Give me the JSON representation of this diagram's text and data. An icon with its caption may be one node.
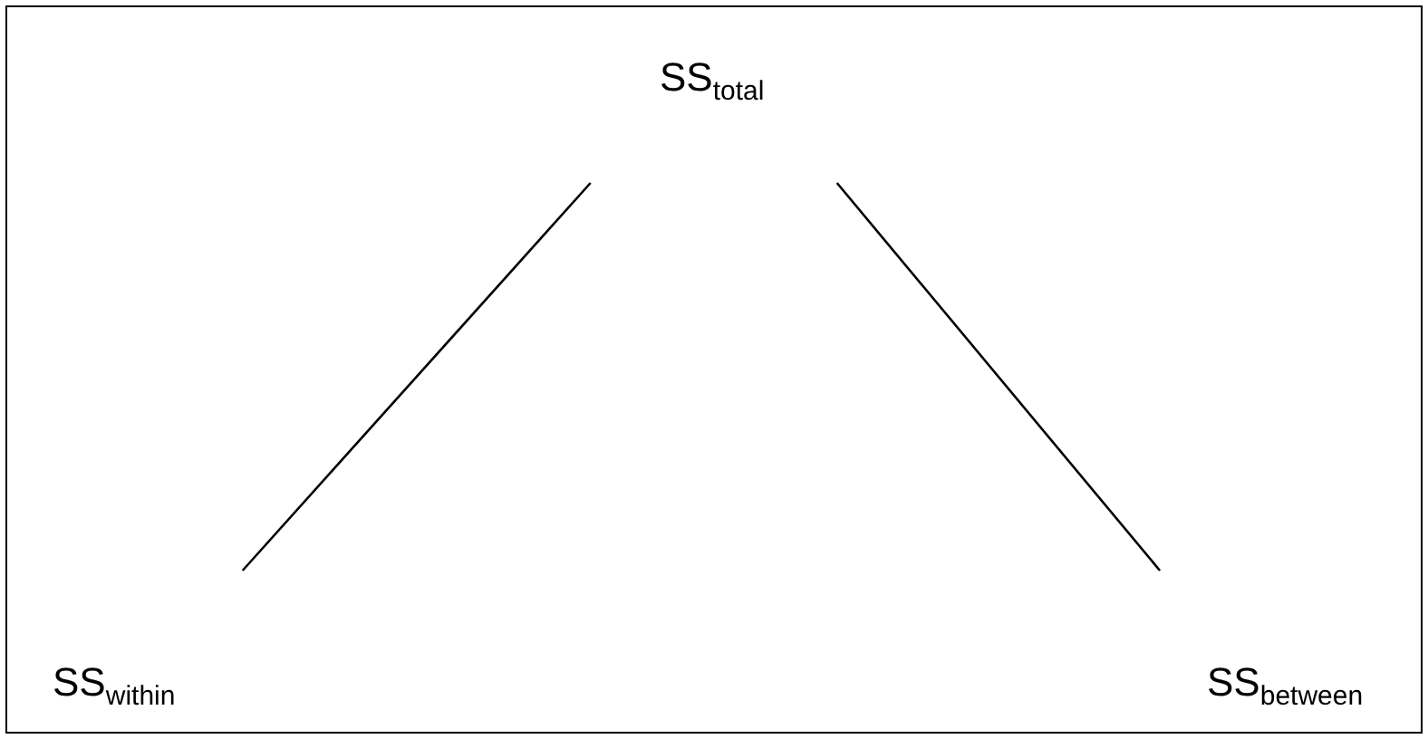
{
  "diagram": {
    "nodes": [
      {
        "text": [
          "SS$_{total}$"
        ]
      },
      {
        "text": [
          "SS$_{within}$"
        ]
      },
      {
        "text": [
          "SS$_{between}$"
        ]
      }
    ],
    "edges": [
      {
        "from": 0,
        "to": 1,
        "arrow": "none"
      },
      {
        "from": 0,
        "to": 2,
        "arrow": "none"
      }
    ]
  }
}
